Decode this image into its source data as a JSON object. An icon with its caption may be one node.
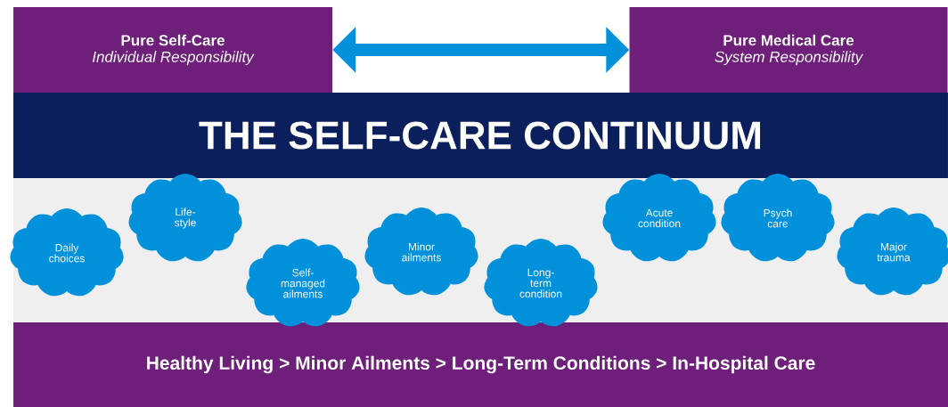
{
  "diagram": {
    "nodes": [
      {
        "text": [
          "Pure Self-Care",
          "Individual Responsibility"
        ]
      },
      {
        "text": [
          "Pure Medical Care",
          "System Responsibility"
        ]
      },
      {
        "text": [
          "THE SELF-CARE CONTINUUM"
        ]
      },
      {
        "text": [
          "Daily choices"
        ]
      },
      {
        "text": [
          "Life- style"
        ]
      },
      {
        "text": [
          "Self- managed ailments"
        ]
      },
      {
        "text": [
          "Minor ailments"
        ]
      },
      {
        "text": [
          "Long- term condition"
        ]
      },
      {
        "text": [
          "Acute condition"
        ]
      },
      {
        "text": [
          "Psych care"
        ]
      },
      {
        "text": [
          "Major trauma"
        ]
      },
      {
        "text": [
          "Healthy Living > Minor Ailments > Long-Term Conditions > In-Hospital Care"
        ]
      }
    ],
    "edges": [
      {
        "from": 0,
        "to": 1,
        "arrow": "both"
      }
    ]
  }
}
